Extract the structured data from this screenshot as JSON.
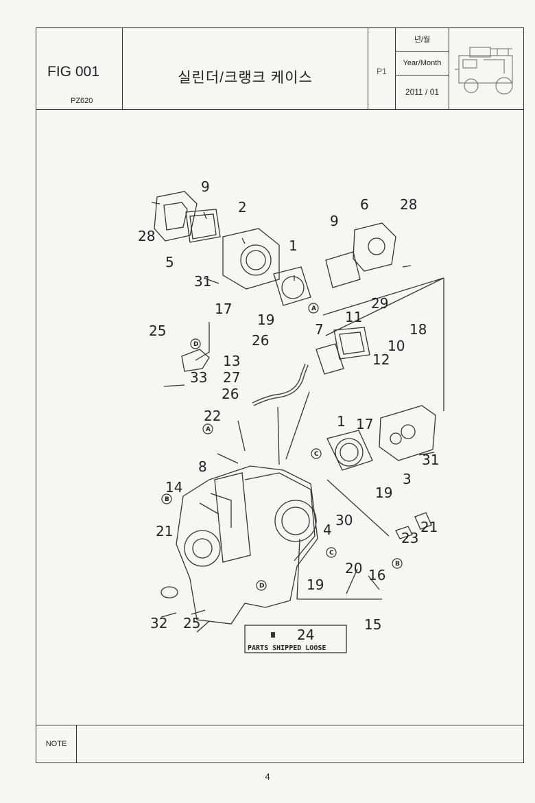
{
  "header": {
    "fig_label": "FIG 001",
    "model": "PZ620",
    "title": "실린더/크랭크 케이스",
    "page_code": "P1",
    "date_korean": "년/월",
    "date_english": "Year/Month",
    "date_value": "2011 / 01"
  },
  "diagram": {
    "loose_box_number": "24",
    "loose_box_text": "PARTS SHIPPED LOOSE",
    "ref_letters": [
      "A",
      "B",
      "C",
      "D"
    ],
    "callouts": [
      "9",
      "2",
      "6",
      "28",
      "28",
      "5",
      "9",
      "1",
      "31",
      "17",
      "19",
      "29",
      "11",
      "18",
      "25",
      "26",
      "7",
      "10",
      "13",
      "12",
      "27",
      "33",
      "26",
      "22",
      "1",
      "17",
      "8",
      "3",
      "31",
      "14",
      "19",
      "21",
      "4",
      "30",
      "23",
      "21",
      "20",
      "16",
      "19",
      "32",
      "25",
      "15"
    ]
  },
  "footer": {
    "note_label": "NOTE",
    "page_number": "4"
  }
}
